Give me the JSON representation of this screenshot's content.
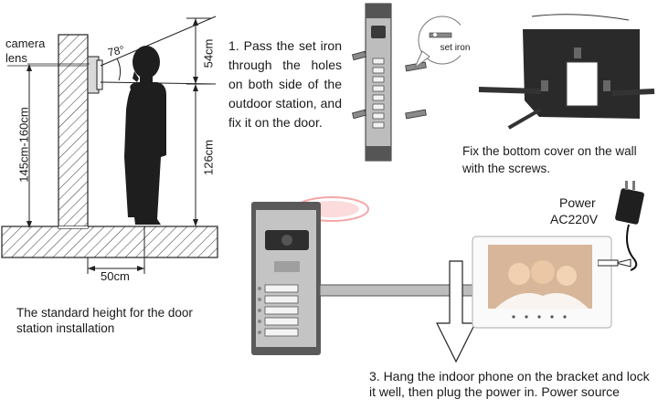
{
  "labels": {
    "camera_lens": "camera lens",
    "height_range": "145cm-160cm",
    "angle": "78°",
    "dim_top": "54cm",
    "dim_main": "126cm",
    "dim_distance": "50cm",
    "standard_height": "The standard height for the door station installation",
    "step1": "1. Pass the set iron through the holes on both side of the outdoor station, and fix it on the door.",
    "set_iron": "set iron",
    "bracket_text": "Fix the bottom cover on the wall with the screws.",
    "power_label": "Power",
    "power_voltage": "AC220V",
    "step3": "3. Hang the indoor phone on the bracket and lock it well, then plug the power in. Power source"
  },
  "colors": {
    "line": "#1a1a1a",
    "panel": "#c8c8c8",
    "panel_dark": "#6e6e6e",
    "bracket": "#2a2a2a",
    "watermark": "#e83a3a"
  },
  "icons": [
    "person-silhouette",
    "camera-icon",
    "door-station-icon",
    "indoor-monitor-icon",
    "power-adapter-icon",
    "wall-bracket-icon",
    "set-iron-icon"
  ]
}
